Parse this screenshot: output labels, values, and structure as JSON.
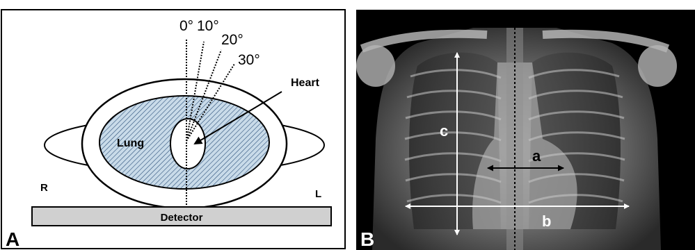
{
  "panel_a": {
    "letter": "A",
    "angles": [
      "0°",
      "10°",
      "20°",
      "30°"
    ],
    "heart_label": "Heart",
    "lung_label": "Lung",
    "right_label": "R",
    "left_label": "L",
    "detector_label": "Detector",
    "colors": {
      "lung_fill": "#c9dbe9",
      "hatch": "#2b4f7a",
      "detector_fill": "#d0d0d0"
    }
  },
  "panel_b": {
    "letter": "B",
    "measure_a": "a",
    "measure_b": "b",
    "measure_c": "c"
  }
}
